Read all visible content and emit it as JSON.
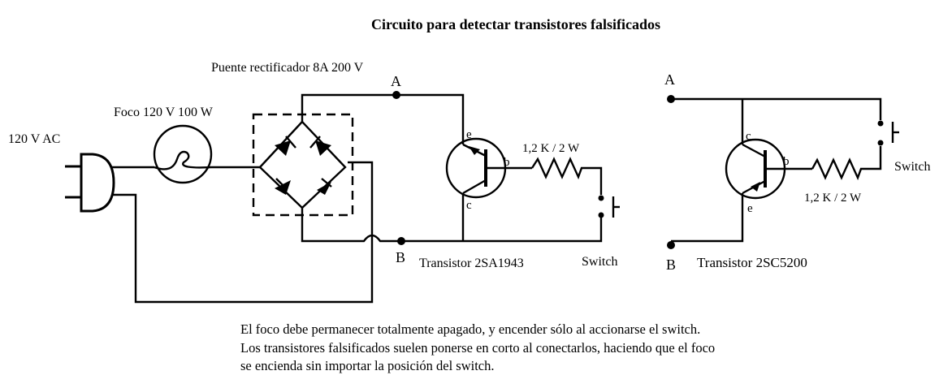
{
  "title": "Circuito para detectar transistores falsificados",
  "labels": {
    "ac": "120 V AC",
    "bulb": "Foco 120 V 100 W",
    "bridge": "Puente rectificador 8A 200 V",
    "node_a": "A",
    "node_b": "B",
    "emitter": "e",
    "collector": "c",
    "base": "b",
    "resistor": "1,2 K / 2 W",
    "switch": "Switch",
    "transistor_pnp": "Transistor 2SA1943",
    "transistor_npn": "Transistor 2SC5200"
  },
  "notes": [
    "El foco debe permanecer totalmente apagado, y encender sólo al accionarse el switch.",
    "Los transistores falsificados suelen ponerse en corto al conectarlos, haciendo que el foco",
    "se encienda sin importar la posición del switch."
  ]
}
